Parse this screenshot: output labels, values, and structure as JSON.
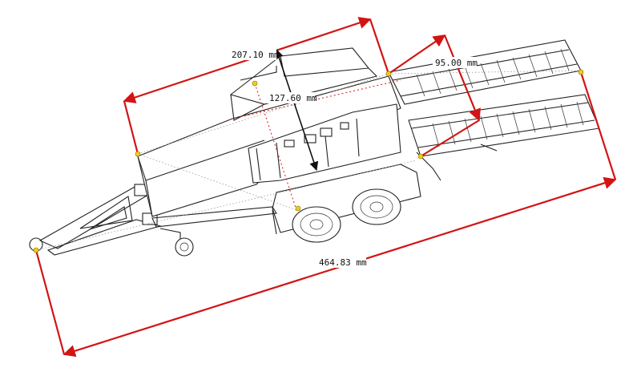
{
  "dimensions": {
    "overall_length": "464.83 mm",
    "body_length": "207.10 mm",
    "body_height": "127.60 mm",
    "ramp_width": "95.00 mm"
  },
  "colors": {
    "dimension_line": "#d21414",
    "marker_point": "#f2cc1a",
    "drawing_line": "#222222"
  }
}
